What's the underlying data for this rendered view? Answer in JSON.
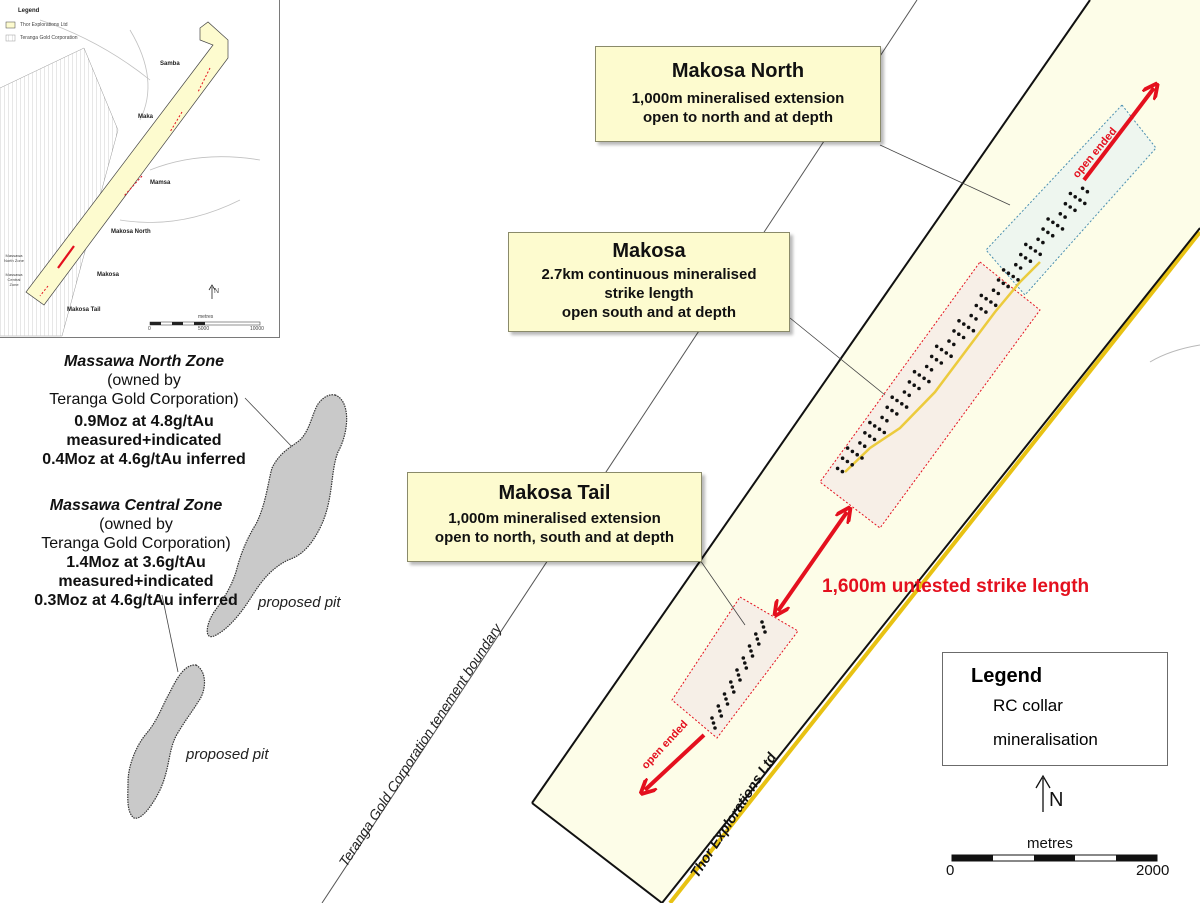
{
  "inset": {
    "legend_title": "Legend",
    "legend_items": [
      "Thor Explorations Ltd",
      "Teranga Gold Corporation"
    ],
    "places": [
      "Samba",
      "Maka",
      "Mamsa",
      "Makosa North",
      "Makosa",
      "Makosa Tail"
    ],
    "side_note_1": "Massawa North Zone",
    "side_note_2": "Massawa Central Zone",
    "north_label": "N",
    "scale_unit": "metres",
    "scale_ticks": [
      "0",
      "5000",
      "10000"
    ]
  },
  "callouts": {
    "north": {
      "title": "Makosa North",
      "lines": [
        "1,000m mineralised extension",
        "open to north and at depth"
      ]
    },
    "main": {
      "title": "Makosa",
      "lines": [
        "2.7km continuous mineralised",
        "strike length",
        "open south and at depth"
      ]
    },
    "tail": {
      "title": "Makosa Tail",
      "lines": [
        "1,000m mineralised extension",
        "open to north, south and at depth"
      ]
    }
  },
  "zones": {
    "north": {
      "title": "Massawa North Zone",
      "owner_1": "(owned by",
      "owner_2": "Teranga Gold Corporation)",
      "stat_1": "0.9Moz at 4.8g/tAu",
      "stat_2": "measured+indicated",
      "stat_3": "0.4Moz at 4.6g/tAu inferred"
    },
    "central": {
      "title": "Massawa Central Zone",
      "owner_1": "(owned by",
      "owner_2": "Teranga Gold Corporation)",
      "stat_1": "1.4Moz at 3.6g/tAu",
      "stat_2": "measured+indicated",
      "stat_3": "0.3Moz at 4.6g/tAu inferred"
    }
  },
  "pits": [
    "proposed pit",
    "proposed pit"
  ],
  "boundary_label": "Teranga Gold Corporation tenement boundary",
  "tenement_label": "Thor Explorations Ltd",
  "open_ended": [
    "open ended",
    "open ended"
  ],
  "untested": "1,600m untested strike length",
  "legend": {
    "title": "Legend",
    "items": [
      "RC collar",
      "mineralisation"
    ]
  },
  "north_arrow": "N",
  "scale": {
    "unit": "metres",
    "ticks": [
      "0",
      "2000"
    ]
  },
  "colors": {
    "tenement_fill": "#fdfde8",
    "red": "#e4101e",
    "callout_fill": "#fdfbcf",
    "pit_fill": "#c9c9c9",
    "gold": "#e8c213"
  }
}
